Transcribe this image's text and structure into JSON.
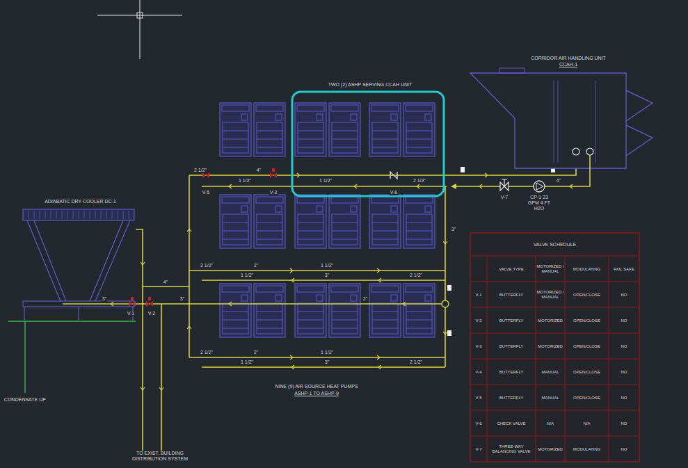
{
  "diagram": {
    "nodes": [
      {
        "text": [
          "CORRIDOR AIR HANDLING UNIT",
          "CCAH-1"
        ]
      },
      {
        "text": [
          "TWO (2) ASHP SERVING CCAH UNIT"
        ]
      },
      {
        "text": [
          "ADIABATIC DRY COOLER DC-1"
        ]
      }
    ],
    "edges": [
      {
        "from": 0,
        "to": 1,
        "arrow": "to",
        "label": "4\""
      }
    ],
    "labels": [
      "2 1/2\"",
      "4\"",
      "1 1/2\"",
      "V-5",
      "V-3",
      "1 1/2\"",
      "V-6",
      "2 1/2\"",
      "V-7",
      "CP-1 23 GPM 4 FT H2O",
      "3\"",
      "2 1/2\"",
      "2\"",
      "1 1/2\"",
      "1 1/2\"",
      "3\"",
      "2 1/2\"",
      "4\"",
      "3\"",
      "3\"",
      "2\"",
      "V-1",
      "V-2",
      "2 1/2\"",
      "2\"",
      "1 1/2\"",
      "1 1/2\"",
      "3\"",
      "2 1/2\"",
      "NINE (9) AIR SOURCE HEAT PUMPS",
      "ASHP-1 TO ASHP-9",
      "CONDENSATE UP",
      "TO EXIST. BUILDING DISTRIBUTION SYSTEM",
      "VALVE SCHEDULE",
      "VALVE TYPE",
      "MOTORIZED / MANUAL",
      "MODULATING",
      "FAIL SAFE",
      "V-1",
      "BUTTERFLY",
      "MOTORIZED / MANUAL",
      "OPEN/CLOSE",
      "NO",
      "V-2",
      "BUTTERFLY",
      "MOTORIZED",
      "OPEN/CLOSE",
      "NO",
      "V-3",
      "BUTTERFLY",
      "MOTORIZED",
      "OPEN/CLOSE",
      "NO",
      "V-4",
      "BUTTERFLY",
      "MANUAL",
      "OPEN/CLOSE",
      "NO",
      "V-5",
      "BUTTERFLY",
      "MANUAL",
      "OPEN/CLOSE",
      "NO",
      "V-6",
      "CHECK VALVE",
      "N/A",
      "N/A",
      "NO",
      "V-7",
      "THREE-WAY BALANCING VALVE",
      "MOTORIZED",
      "MODULATING",
      "NO"
    ]
  }
}
